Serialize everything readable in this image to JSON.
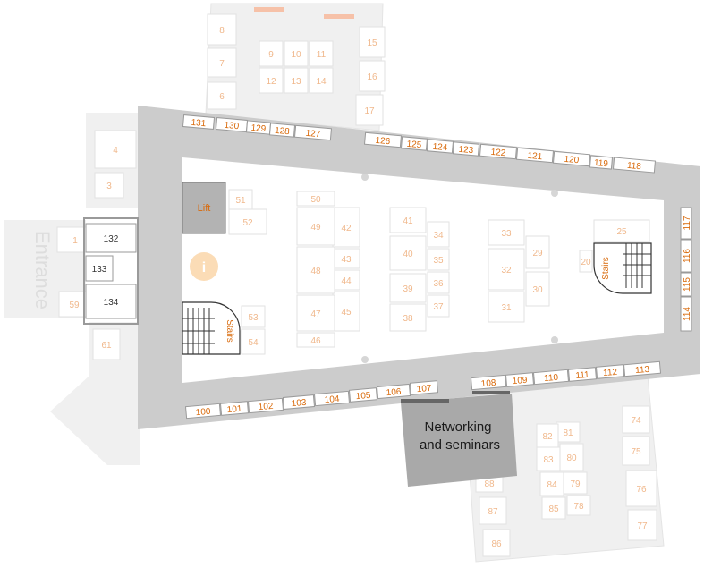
{
  "colors": {
    "hall": "#cccccc",
    "faded_area": "#f0f0f0",
    "faded_outline": "#dcdcdc",
    "booth_fill": "#ffffff",
    "booth_stroke": "#9a9a9a",
    "faded_booth_stroke": "#e2e2e2",
    "accent": "#d96a0b",
    "faded_accent": "#f0b88c",
    "dark_text": "#333333",
    "networking_fill": "#a9a9a9",
    "lift_fill": "#b3b3b3",
    "stairs_stroke": "#333333",
    "info_circle": "#fbdcb6"
  },
  "labels": {
    "entrance": "Entrance",
    "lift": "Lift",
    "stairs_left": "Stairs",
    "stairs_right": "Stairs",
    "networking_line1": "Networking",
    "networking_line2": "and seminars",
    "info_icon": "i"
  },
  "booths": {
    "top_row_left": [
      "131",
      "130",
      "129",
      "128",
      "127"
    ],
    "top_row_right": [
      "126",
      "125",
      "124",
      "123",
      "122",
      "121",
      "120",
      "119",
      "118"
    ],
    "bottom_row_left": [
      "100",
      "101",
      "102",
      "103",
      "104",
      "105",
      "106",
      "107"
    ],
    "bottom_row_right": [
      "108",
      "109",
      "110",
      "111",
      "112",
      "113"
    ],
    "right_column": [
      "117",
      "116",
      "115",
      "114"
    ],
    "entrance_active": [
      "132",
      "133",
      "134"
    ],
    "faded": [
      "1",
      "3",
      "4",
      "6",
      "7",
      "8",
      "9",
      "10",
      "11",
      "12",
      "13",
      "14",
      "15",
      "16",
      "17",
      "20",
      "25",
      "29",
      "30",
      "31",
      "32",
      "33",
      "34",
      "35",
      "36",
      "37",
      "38",
      "39",
      "40",
      "41",
      "42",
      "43",
      "44",
      "45",
      "46",
      "47",
      "48",
      "49",
      "50",
      "51",
      "52",
      "53",
      "54",
      "59",
      "61",
      "74",
      "75",
      "76",
      "77",
      "78",
      "79",
      "80",
      "81",
      "82",
      "83",
      "84",
      "85",
      "86",
      "87",
      "88"
    ]
  }
}
